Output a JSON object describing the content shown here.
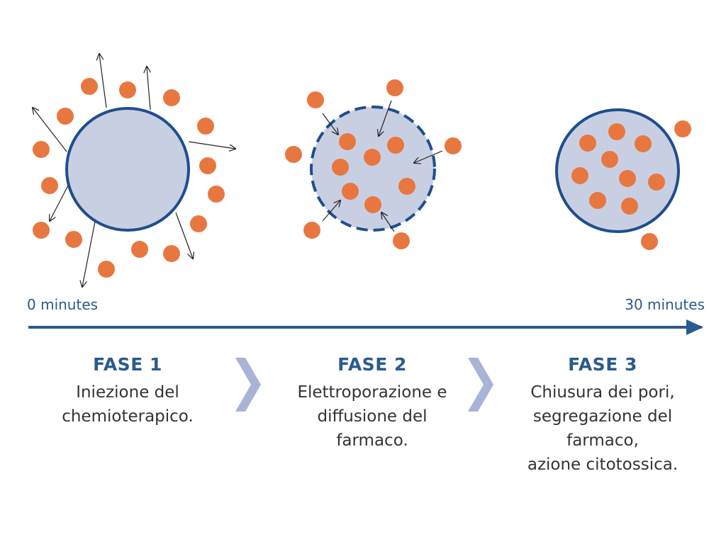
{
  "colors": {
    "cell_fill": "#c9cfe3",
    "membrane": "#1f4e8c",
    "molecule": "#e8773f",
    "axis": "#2a5a8f",
    "chevron": "#a9b3d6",
    "text": "#333333"
  },
  "timeline": {
    "start_label": "0 minutes",
    "end_label": "30 minutes"
  },
  "phases": [
    {
      "title": "FASE 1",
      "lines": [
        "Iniezione del",
        "chemioterapico."
      ]
    },
    {
      "title": "FASE 2",
      "lines": [
        "Elettroporazione e",
        "diffusione del",
        "farmaco."
      ]
    },
    {
      "title": "FASE 3",
      "lines": [
        "Chiusura dei pori,",
        "segregazione del",
        "farmaco,",
        "azione citotossica."
      ]
    }
  ]
}
